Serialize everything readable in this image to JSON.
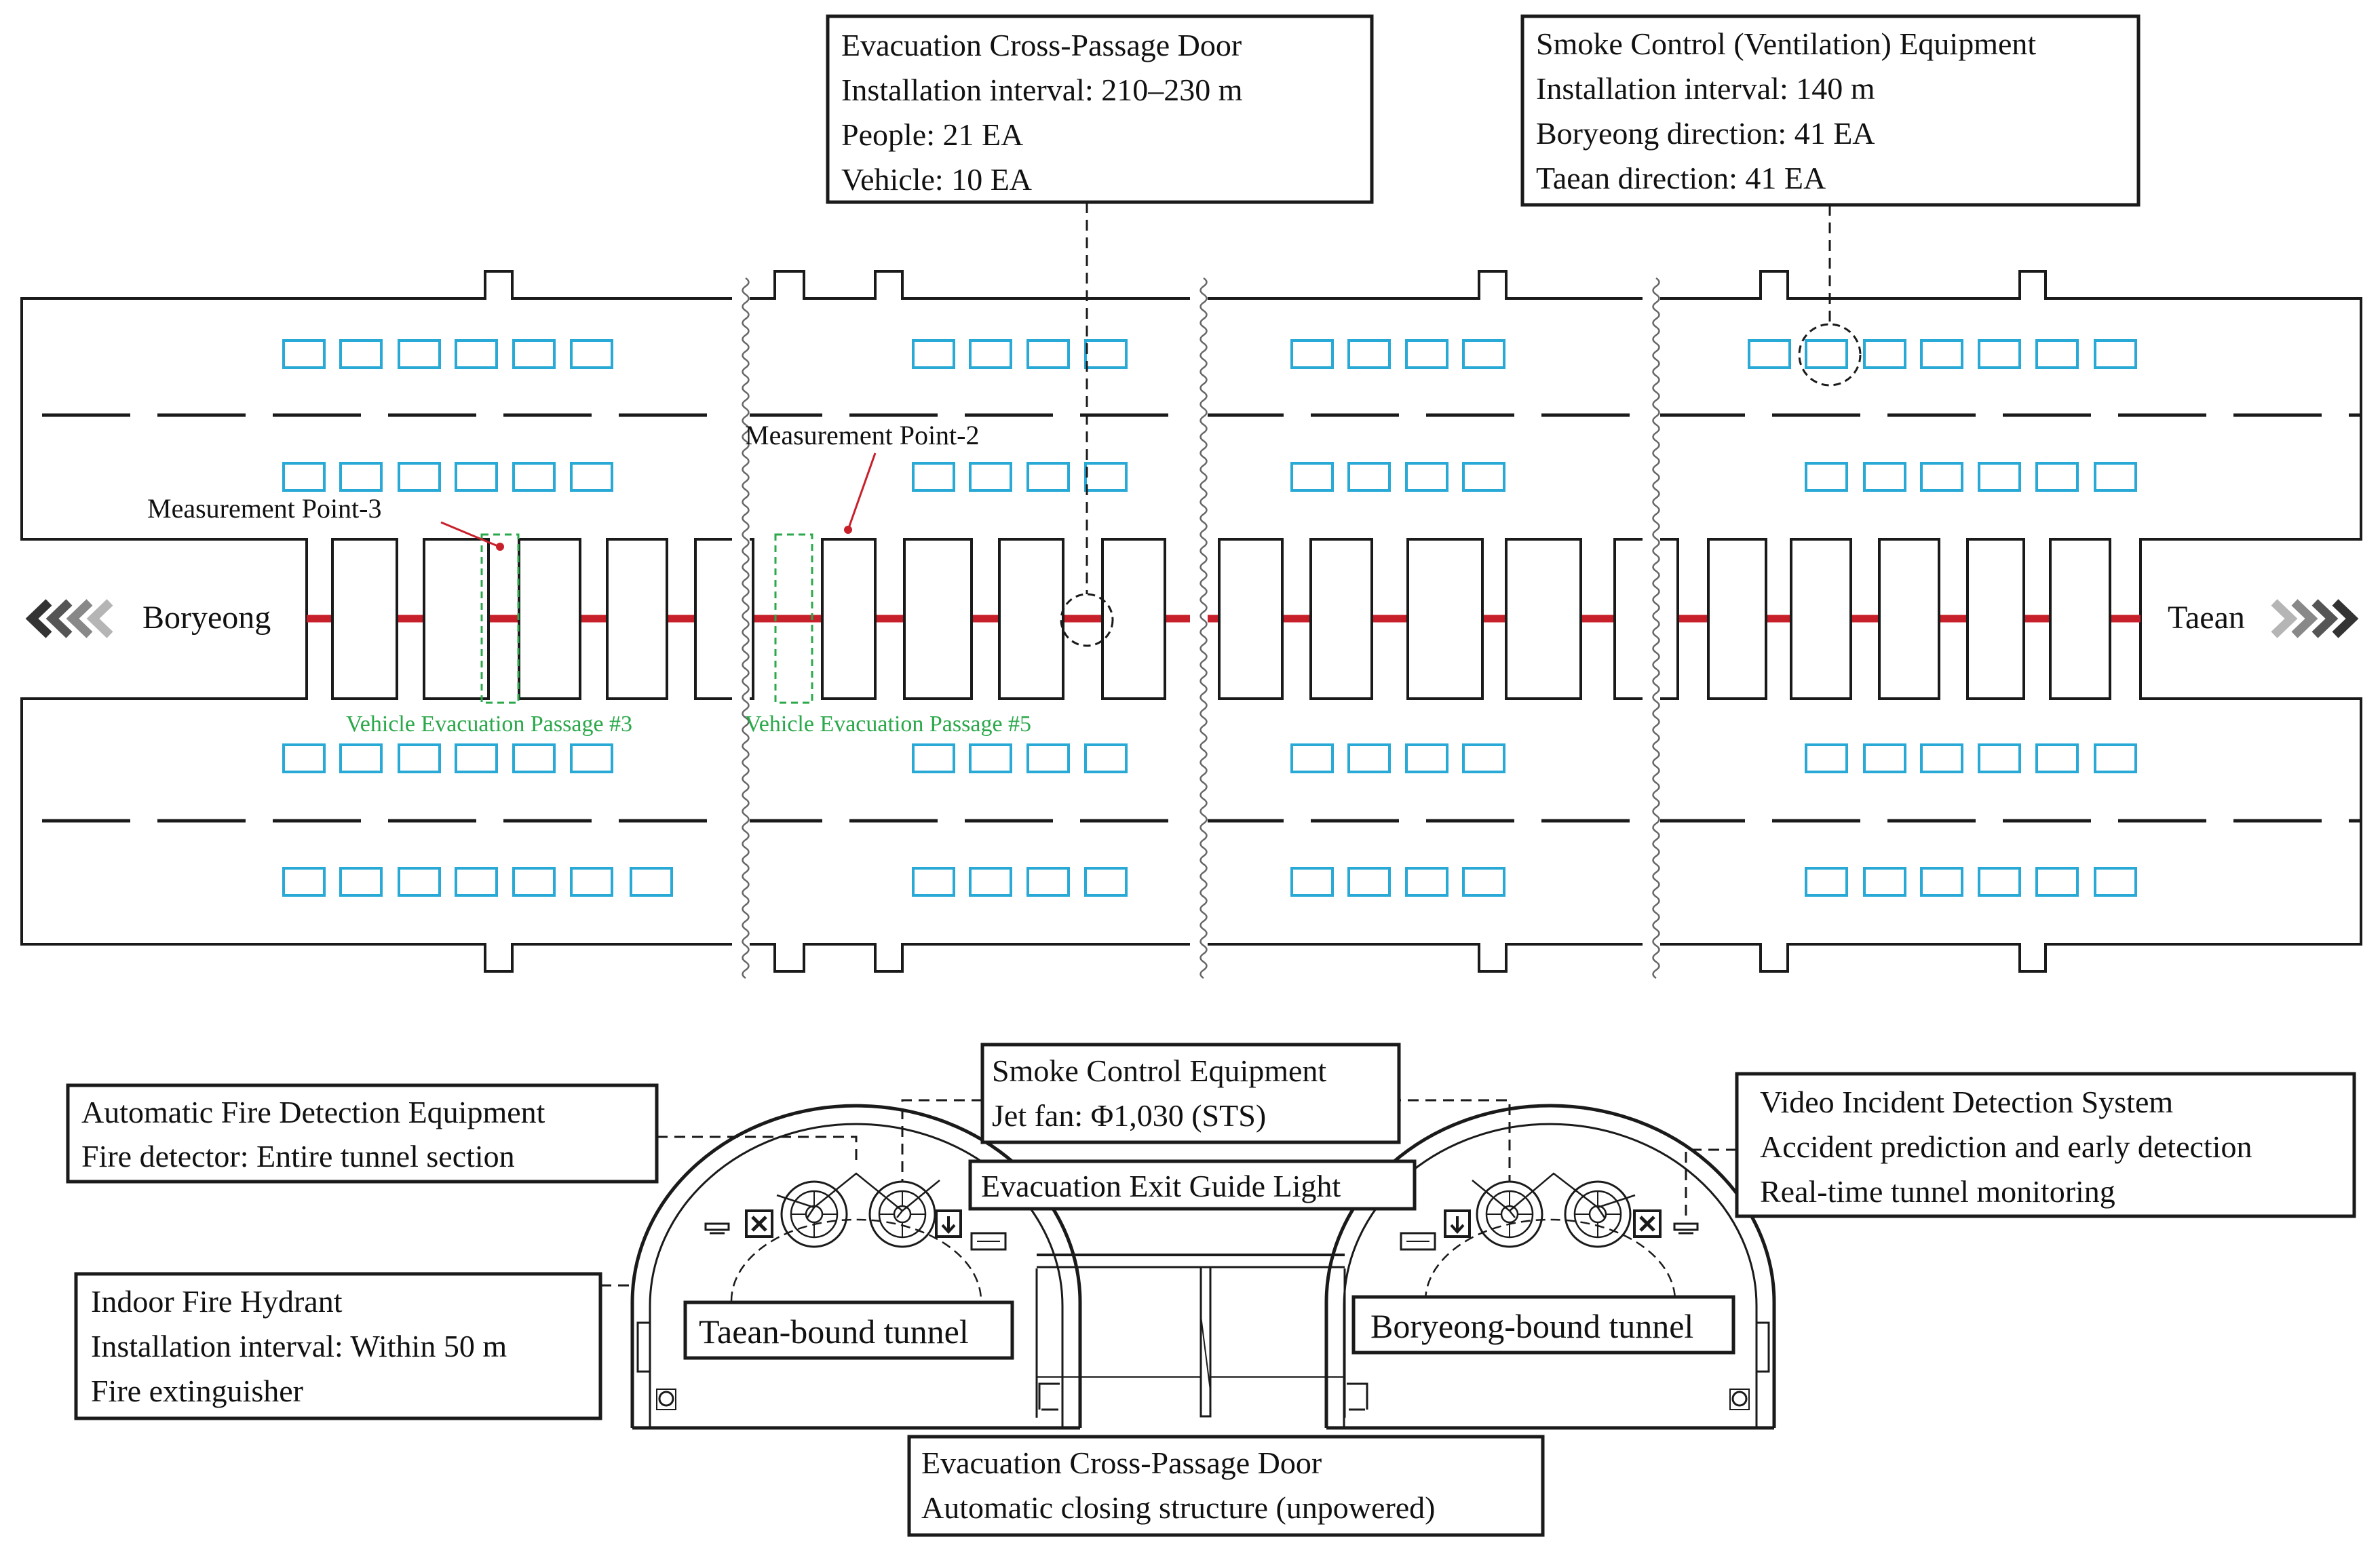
{
  "colors": {
    "line": "#1a1a1a",
    "vehicle_blue": "#29a9d6",
    "center_red": "#c8202b",
    "passage_green": "#2aa84a",
    "chevron_dark": "#333333",
    "chevron_light": "#b5b5b5"
  },
  "callouts": {
    "cross_passage_door": [
      "Evacuation Cross-Passage Door",
      "Installation interval: 210–230 m",
      "People: 21 EA",
      "Vehicle: 10 EA"
    ],
    "smoke_control_ventilation": [
      "Smoke Control (Ventilation) Equipment",
      "Installation interval: 140 m",
      "Boryeong direction: 41 EA",
      "Taean direction: 41 EA"
    ],
    "smoke_control_jetfan": [
      "Smoke Control Equipment",
      "Jet fan: Φ1,030 (STS)"
    ],
    "fire_detection": [
      "Automatic Fire Detection Equipment",
      "Fire detector: Entire tunnel section"
    ],
    "video_incident": [
      "Video Incident Detection System",
      "Accident prediction and early detection",
      "Real-time tunnel monitoring"
    ],
    "exit_guide_light": [
      "Evacuation Exit Guide Light"
    ],
    "fire_hydrant": [
      "Indoor Fire Hydrant",
      "Installation interval: Within 50 m",
      "Fire extinguisher"
    ],
    "cross_passage_door_closing": [
      "Evacuation Cross-Passage Door",
      "Automatic closing structure (unpowered)"
    ]
  },
  "plan": {
    "left_end": "Boryeong",
    "right_end": "Taean",
    "measurement_point_2": "Measurement Point-2",
    "measurement_point_3": "Measurement Point-3",
    "passage_3": "Vehicle Evacuation Passage #3",
    "passage_5": "Vehicle Evacuation Passage #5"
  },
  "section": {
    "left_tunnel": "Taean-bound tunnel",
    "right_tunnel": "Boryeong-bound tunnel"
  },
  "icons": [
    "jet-fan-icon",
    "fire-detector-icon",
    "exit-guide-light-icon",
    "cctv-camera-icon",
    "fire-hydrant-icon",
    "break-line-icon",
    "chevron-left-icon",
    "chevron-right-icon"
  ]
}
